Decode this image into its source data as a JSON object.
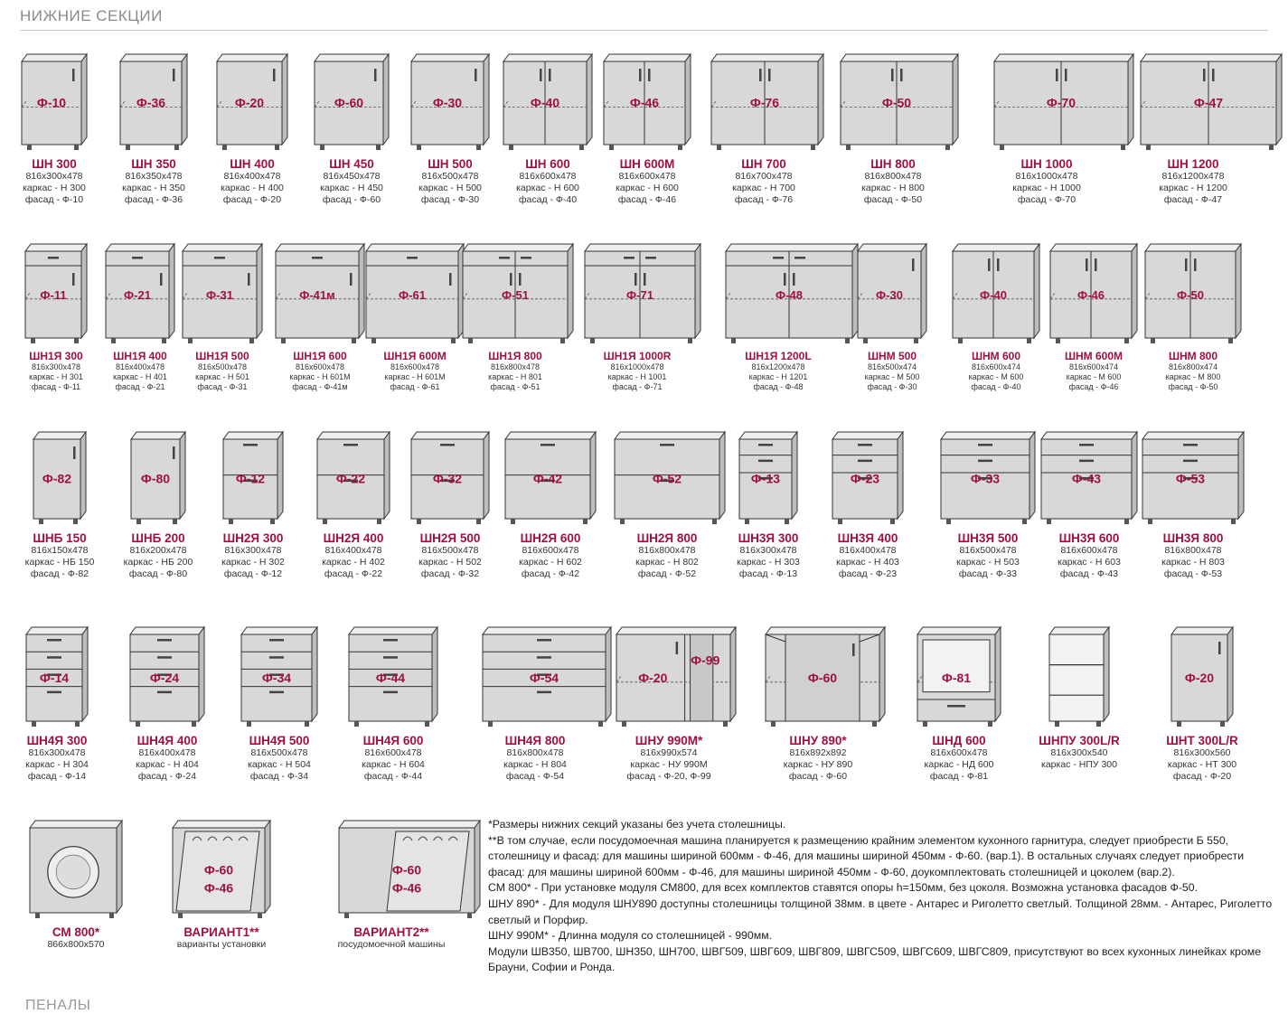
{
  "section_title": "НИЖНИЕ СЕКЦИИ",
  "bottom_title": "ПЕНАЛЫ",
  "rows": [
    {
      "items": [
        {
          "name": "ШН 300",
          "dims": "816x300x478",
          "frame": "каркас - Н 300",
          "facade": "фасад - Ф-10",
          "code": "Ф-10",
          "kind": "door1"
        },
        {
          "name": "ШН 350",
          "dims": "816x350x478",
          "frame": "каркас - Н 350",
          "facade": "фасад - Ф-36",
          "code": "Ф-36",
          "kind": "door1"
        },
        {
          "name": "ШН 400",
          "dims": "816x400x478",
          "frame": "каркас - Н 400",
          "facade": "фасад - Ф-20",
          "code": "Ф-20",
          "kind": "door1"
        },
        {
          "name": "ШН 450",
          "dims": "816x450x478",
          "frame": "каркас - Н 450",
          "facade": "фасад - Ф-60",
          "code": "Ф-60",
          "kind": "door1"
        },
        {
          "name": "ШН 500",
          "dims": "816x500x478",
          "frame": "каркас - Н 500",
          "facade": "фасад - Ф-30",
          "code": "Ф-30",
          "kind": "door1"
        },
        {
          "name": "ШН 600",
          "dims": "816x600x478",
          "frame": "каркас - Н 600",
          "facade": "фасад - Ф-40",
          "code": "Ф-40",
          "kind": "door2"
        },
        {
          "name": "ШН 600М",
          "dims": "816x600x478",
          "frame": "каркас - Н 600",
          "facade": "фасад - Ф-46",
          "code": "Ф-46",
          "kind": "door2"
        },
        {
          "name": "ШН 700",
          "dims": "816x700x478",
          "frame": "каркас - Н 700",
          "facade": "фасад - Ф-76",
          "code": "Ф-76",
          "kind": "door2"
        },
        {
          "name": "ШН 800",
          "dims": "816x800x478",
          "frame": "каркас - Н 800",
          "facade": "фасад - Ф-50",
          "code": "Ф-50",
          "kind": "door2"
        },
        {
          "name": "ШН 1000",
          "dims": "816x1000x478",
          "frame": "каркас - Н 1000",
          "facade": "фасад - Ф-70",
          "code": "Ф-70",
          "kind": "door2"
        },
        {
          "name": "ШН 1200",
          "dims": "816x1200x478",
          "frame": "каркас - Н 1200",
          "facade": "фасад - Ф-47",
          "code": "Ф-47",
          "kind": "door2"
        }
      ]
    },
    {
      "items": [
        {
          "name": "ШН1Я 300",
          "dims": "816x300x478",
          "frame": "каркас - Н 301",
          "facade": "фасад - Ф-11",
          "code": "Ф-11",
          "kind": "drawer1"
        },
        {
          "name": "ШН1Я 400",
          "dims": "816x400x478",
          "frame": "каркас - Н 401",
          "facade": "фасад - Ф-21",
          "code": "Ф-21",
          "kind": "drawer1"
        },
        {
          "name": "ШН1Я 500",
          "dims": "816x500x478",
          "frame": "каркас - Н 501",
          "facade": "фасад - Ф-31",
          "code": "Ф-31",
          "kind": "drawer1"
        },
        {
          "name": "ШН1Я 600",
          "dims": "816x600x478",
          "frame": "каркас - Н 601М",
          "facade": "фасад - Ф-41м",
          "code": "Ф-41м",
          "kind": "drawer1"
        },
        {
          "name": "ШН1Я 600М",
          "dims": "816x600x478",
          "frame": "каркас - Н 601М",
          "facade": "фасад - Ф-61",
          "code": "Ф-61",
          "kind": "drawer1"
        },
        {
          "name": "ШН1Я 800",
          "dims": "816x800x478",
          "frame": "каркас - Н 801",
          "facade": "фасад - Ф-51",
          "code": "Ф-51",
          "kind": "drawer2"
        },
        {
          "name": "ШН1Я 1000R",
          "dims": "816x1000x478",
          "frame": "каркас - Н 1001",
          "facade": "фасад - Ф-71",
          "code": "Ф-71",
          "kind": "drawer2"
        },
        {
          "name": "ШН1Я 1200L",
          "dims": "816x1200x478",
          "frame": "каркас - Н 1201",
          "facade": "фасад - Ф-48",
          "code": "Ф-48",
          "kind": "drawer2"
        },
        {
          "name": "ШНМ 500",
          "dims": "816x500x474",
          "frame": "каркас - М 500",
          "facade": "фасад - Ф-30",
          "code": "Ф-30",
          "kind": "sink1"
        },
        {
          "name": "ШНМ 600",
          "dims": "816x600x474",
          "frame": "каркас - М 600",
          "facade": "фасад - Ф-40",
          "code": "Ф-40",
          "kind": "sink2"
        },
        {
          "name": "ШНМ 600М",
          "dims": "816x600x474",
          "frame": "каркас - М 600",
          "facade": "фасад - Ф-46",
          "code": "Ф-46",
          "kind": "sink2"
        },
        {
          "name": "ШНМ 800",
          "dims": "816x800x474",
          "frame": "каркас - М 800",
          "facade": "фасад - Ф-50",
          "code": "Ф-50",
          "kind": "sink2"
        }
      ]
    },
    {
      "items": [
        {
          "name": "ШНБ 150",
          "dims": "816x150x478",
          "frame": "каркас - НБ 150",
          "facade": "фасад - Ф-82",
          "code": "Ф-82",
          "kind": "narrow"
        },
        {
          "name": "ШНБ 200",
          "dims": "816x200x478",
          "frame": "каркас - НБ 200",
          "facade": "фасад - Ф-80",
          "code": "Ф-80",
          "kind": "narrow"
        },
        {
          "name": "ШН2Я 300",
          "dims": "816x300x478",
          "frame": "каркас - Н 302",
          "facade": "фасад - Ф-12",
          "code": "Ф-12",
          "kind": "d2"
        },
        {
          "name": "ШН2Я 400",
          "dims": "816x400x478",
          "frame": "каркас - Н 402",
          "facade": "фасад - Ф-22",
          "code": "Ф-22",
          "kind": "d2"
        },
        {
          "name": "ШН2Я 500",
          "dims": "816x500x478",
          "frame": "каркас - Н 502",
          "facade": "фасад - Ф-32",
          "code": "Ф-32",
          "kind": "d2"
        },
        {
          "name": "ШН2Я 600",
          "dims": "816x600x478",
          "frame": "каркас - Н 602",
          "facade": "фасад - Ф-42",
          "code": "Ф-42",
          "kind": "d2"
        },
        {
          "name": "ШН2Я 800",
          "dims": "816x800x478",
          "frame": "каркас - Н 802",
          "facade": "фасад - Ф-52",
          "code": "Ф-52",
          "kind": "d2"
        },
        {
          "name": "ШН3Я 300",
          "dims": "816x300x478",
          "frame": "каркас - Н 303",
          "facade": "фасад - Ф-13",
          "code": "Ф-13",
          "kind": "d3"
        },
        {
          "name": "ШН3Я 400",
          "dims": "816x400x478",
          "frame": "каркас - Н 403",
          "facade": "фасад - Ф-23",
          "code": "Ф-23",
          "kind": "d3"
        },
        {
          "name": "ШН3Я 500",
          "dims": "816x500x478",
          "frame": "каркас - Н 503",
          "facade": "фасад - Ф-33",
          "code": "Ф-33",
          "kind": "d3"
        },
        {
          "name": "ШН3Я 600",
          "dims": "816x600x478",
          "frame": "каркас - Н 603",
          "facade": "фасад - Ф-43",
          "code": "Ф-43",
          "kind": "d3"
        },
        {
          "name": "ШН3Я 800",
          "dims": "816x800x478",
          "frame": "каркас - Н 803",
          "facade": "фасад - Ф-53",
          "code": "Ф-53",
          "kind": "d3"
        }
      ]
    },
    {
      "items": [
        {
          "name": "ШН4Я 300",
          "dims": "816x300x478",
          "frame": "каркас - Н 304",
          "facade": "фасад - Ф-14",
          "code": "Ф-14",
          "kind": "d4"
        },
        {
          "name": "ШН4Я 400",
          "dims": "816x400x478",
          "frame": "каркас - Н 404",
          "facade": "фасад - Ф-24",
          "code": "Ф-24",
          "kind": "d4"
        },
        {
          "name": "ШН4Я 500",
          "dims": "816x500x478",
          "frame": "каркас - Н 504",
          "facade": "фасад - Ф-34",
          "code": "Ф-34",
          "kind": "d4"
        },
        {
          "name": "ШН4Я 600",
          "dims": "816x600x478",
          "frame": "каркас - Н 604",
          "facade": "фасад - Ф-44",
          "code": "Ф-44",
          "kind": "d4"
        },
        {
          "name": "ШН4Я 800",
          "dims": "816x800x478",
          "frame": "каркас - Н 804",
          "facade": "фасад - Ф-54",
          "code": "Ф-54",
          "kind": "d4"
        },
        {
          "name": "ШНУ 990М*",
          "dims": "816x990x574",
          "frame": "каркас - НУ 990М",
          "facade": "фасад - Ф-20, Ф-99",
          "code": "Ф-20",
          "code2": "Ф-99",
          "kind": "corner990"
        },
        {
          "name": "ШНУ 890*",
          "dims": "816x892x892",
          "frame": "каркас - НУ 890",
          "facade": "фасад - Ф-60",
          "code": "Ф-60",
          "kind": "corner890"
        },
        {
          "name": "ШНД 600",
          "dims": "816x600x478",
          "frame": "каркас - НД 600",
          "facade": "фасад - Ф-81",
          "code": "Ф-81",
          "kind": "oven"
        },
        {
          "name": "ШНПУ 300L/R",
          "dims": "816x300x540",
          "frame": "каркас - НПУ 300",
          "facade": "",
          "code": "",
          "kind": "openend"
        },
        {
          "name": "ШНТ 300L/R",
          "dims": "816x300x560",
          "frame": "каркас - НТ 300",
          "facade": "фасад - Ф-20",
          "code": "Ф-20",
          "kind": "endcab"
        }
      ]
    },
    {
      "items": [
        {
          "name": "СМ 800*",
          "dims": "866x800x570",
          "code": "",
          "kind": "washer"
        },
        {
          "name": "ВАРИАНТ1**",
          "dims": "варианты установки",
          "code": "Ф-60",
          "code2": "Ф-46",
          "kind": "dishwasher1"
        },
        {
          "name": "ВАРИАНТ2**",
          "dims": "посудомоечной машины",
          "code": "Ф-60",
          "code2": "Ф-46",
          "kind": "dishwasher2"
        }
      ]
    }
  ],
  "notes": [
    "*Размеры нижних секций указаны без учета столешницы.",
    "**В том случае, если посудомоечная машина планируется к размещению крайним элементом кухонного гарнитура, следует приобрести Б 550, столешницу и фасад: для машины шириной 600мм - Ф-46, для машины шириной 450мм - Ф-60. (вар.1). В остальных случаях следует приобрести фасад: для машины шириной 600мм - Ф-46, для машины шириной 450мм - Ф-60, доукомплектовать столешницей и цоколем (вар.2).",
    "СМ 800* - При установке модуля СМ800, для всех комплектов ставятся опоры h=150мм, без цоколя. Возможна установка фасадов Ф-50.",
    "ШНУ 890* - Для модуля ШНУ890 доступны столешницы толщиной 38мм.  в цвете - Антарес и Риголетто светлый. Толщиной 28мм. - Антарес, Риголетто светлый и Порфир.",
    "ШНУ 990М* - Длинна модуля со столешницей - 990мм.",
    "Модули ШВ350, ШВ700, ШН350, ШН700, ШВГ509, ШВГ609, ШВГ809,  ШВГС509, ШВГС609, ШВГС809, присутствуют во всех кухонных линейках кроме Брауни, Софии и Ронда."
  ]
}
